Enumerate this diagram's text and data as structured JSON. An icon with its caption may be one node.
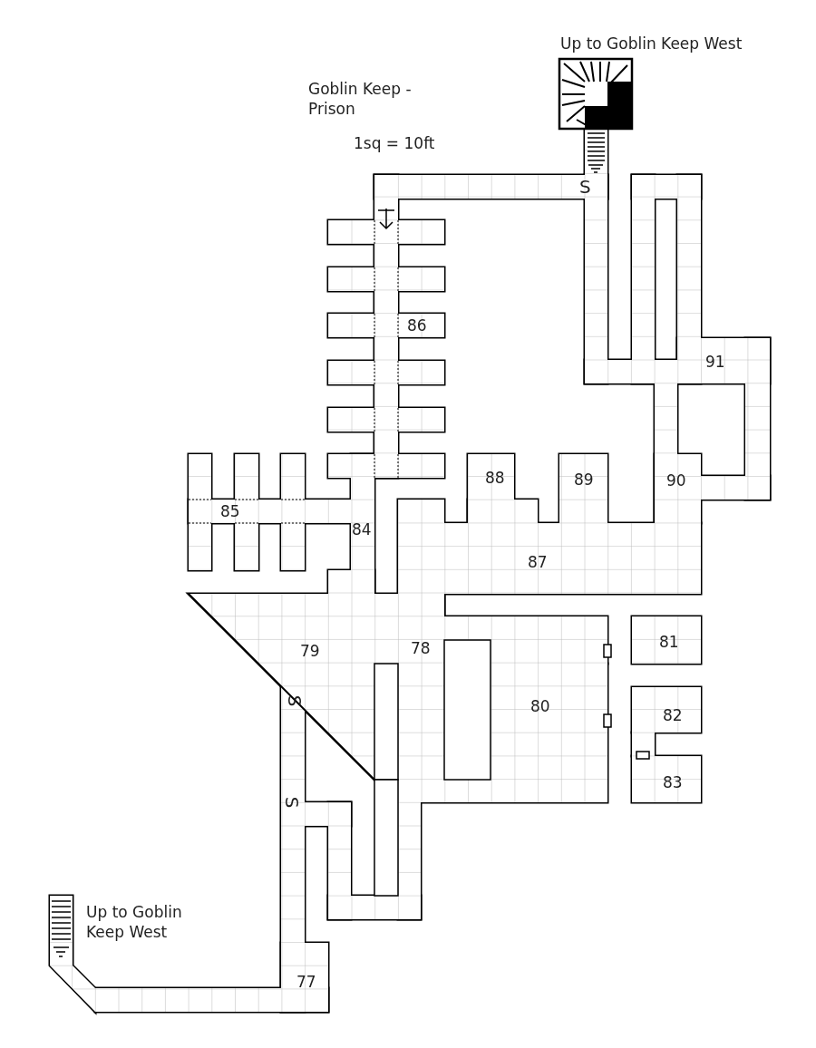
{
  "diagram": {
    "title": "Goblin Keep - Prison",
    "labels": [
      "Up to Goblin Keep West",
      "1sq = 10ft",
      "86",
      "91",
      "88",
      "89",
      "90",
      "85",
      "84",
      "87",
      "81",
      "79",
      "78",
      "80",
      "82",
      "83",
      "Up to Goblin Keep West",
      "77",
      "S",
      "S",
      "S"
    ]
  }
}
